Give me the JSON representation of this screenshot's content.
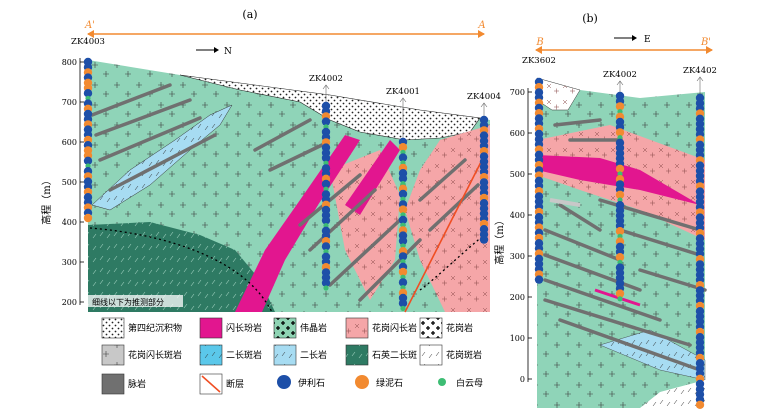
{
  "panel_a": {
    "label": "(a)",
    "section_start": "A'",
    "section_end": "A",
    "direction": "N",
    "y_axis_label": "高程（m）",
    "y_ticks": [
      "800",
      "700",
      "600",
      "500",
      "400",
      "300",
      "200"
    ],
    "boreholes": [
      "ZK4003",
      "ZK4002",
      "ZK4001",
      "ZK4004"
    ],
    "note": "细线以下为推测部分"
  },
  "panel_b": {
    "label": "(b)",
    "section_start": "B",
    "section_end": "B'",
    "direction": "E",
    "y_axis_label": "高程（m）",
    "y_ticks": [
      "700",
      "600",
      "500",
      "400",
      "300",
      "200",
      "100",
      "0"
    ],
    "boreholes": [
      "ZK3602",
      "ZK4002",
      "ZK4402"
    ]
  },
  "legend": [
    {
      "label": "第四纪沉积物"
    },
    {
      "label": "闪长玢岩"
    },
    {
      "label": "伟晶岩"
    },
    {
      "label": "花岗闪长岩"
    },
    {
      "label": "花岗岩"
    },
    {
      "label": "花岗闪长斑岩"
    },
    {
      "label": "二长斑岩"
    },
    {
      "label": "二长岩"
    },
    {
      "label": "石英二长斑"
    },
    {
      "label": "花岗斑岩"
    },
    {
      "label": "脉岩"
    },
    {
      "label": "断层"
    },
    {
      "label": "伊利石"
    },
    {
      "label": "绿泥石"
    },
    {
      "label": "白云母"
    }
  ],
  "colors": {
    "quaternary": "#ffffff",
    "diorite_porphyrite": "#e2168f",
    "pegmatite": "#8fd4b4",
    "granodiorite": "#f5a6a8",
    "granite": "#ffffff",
    "granodiorite_porphyry": "#c8c8c8",
    "monzonite_porphyry": "#5bc8ea",
    "monzonite": "#a7dcf2",
    "quartz_monzonite_porphyry": "#2e7a63",
    "granite_porphyry": "#ffffff",
    "dike": "#707070",
    "fault": "#f04e23",
    "illite": "#1d4fa8",
    "chlorite": "#f28a30",
    "muscovite": "#3dbd74",
    "host": "#8fd4b8",
    "section_line": "#f28a30"
  }
}
